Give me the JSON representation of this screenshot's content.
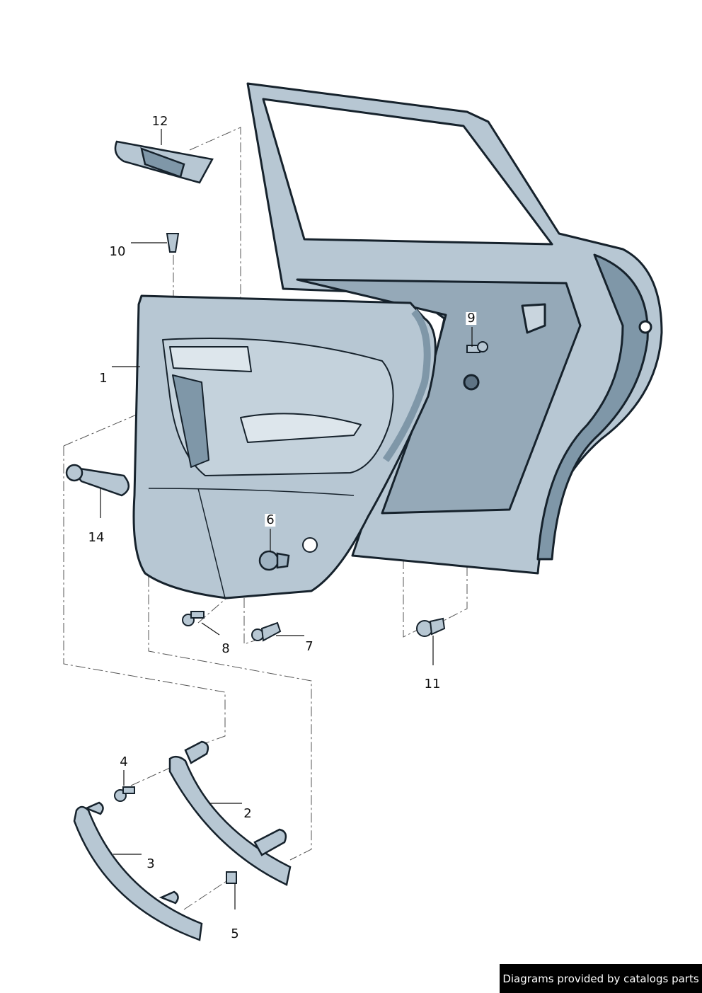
{
  "diagram": {
    "callouts": {
      "p1": "1",
      "p2": "2",
      "p3": "3",
      "p4": "4",
      "p5": "5",
      "p6": "6",
      "p7": "7",
      "p8": "8",
      "p9": "9",
      "p10": "10",
      "p11": "11",
      "p12": "12",
      "p14": "14"
    },
    "colors": {
      "part_fill": "#b7c7d3",
      "part_dark": "#7f97a8",
      "outline": "#16222c"
    }
  },
  "footer": {
    "text": "Diagrams provided by catalogs parts"
  }
}
